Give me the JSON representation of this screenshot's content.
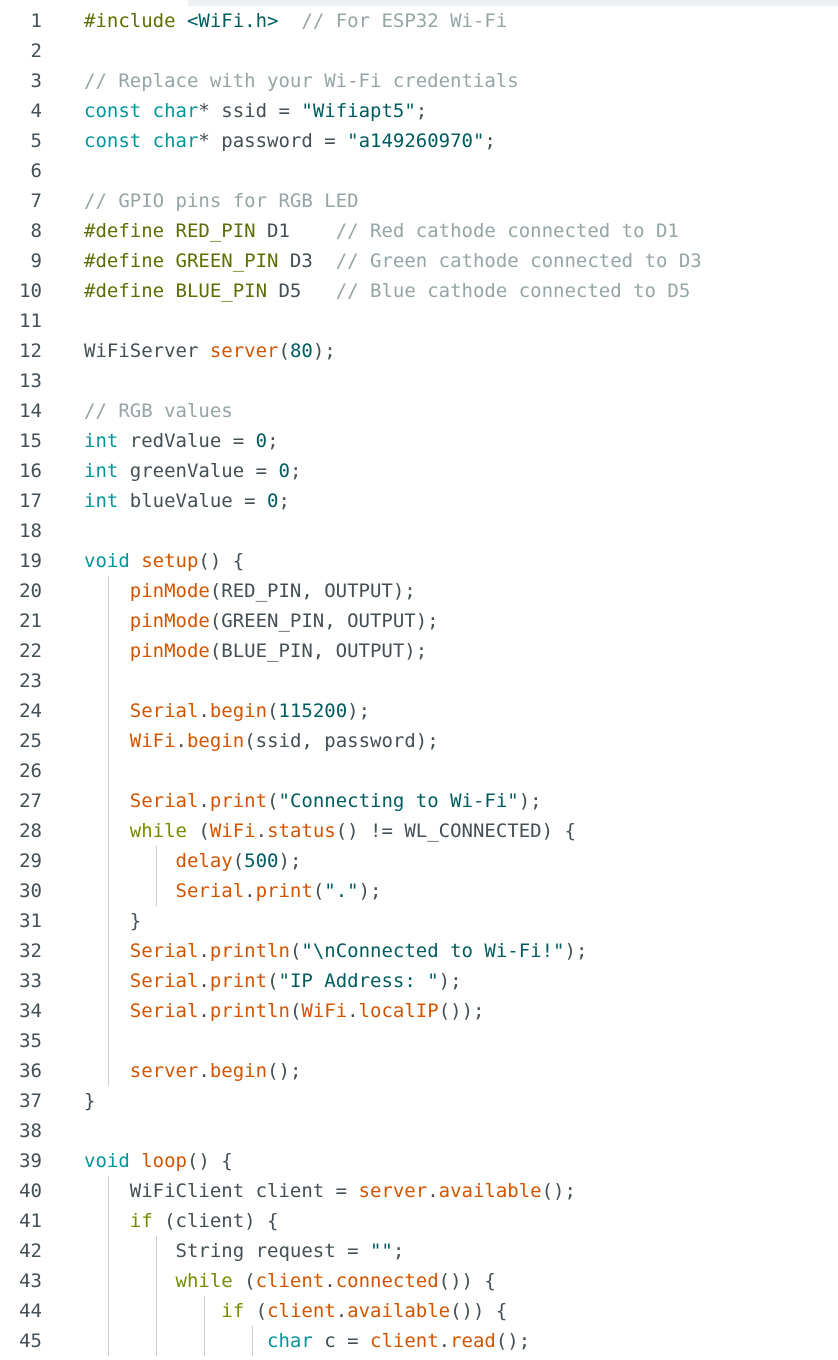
{
  "editor": {
    "lines": [
      {
        "n": "1",
        "t": [
          [
            "#include",
            "prepro"
          ],
          [
            " ",
            "plain"
          ],
          [
            "<WiFi.h>",
            "string"
          ],
          [
            "  ",
            "plain"
          ],
          [
            "// For ESP32 Wi-Fi",
            "comment"
          ]
        ]
      },
      {
        "n": "2",
        "t": []
      },
      {
        "n": "3",
        "t": [
          [
            "// Replace with your Wi-Fi credentials",
            "comment"
          ]
        ]
      },
      {
        "n": "4",
        "t": [
          [
            "const",
            "type"
          ],
          [
            " ",
            "plain"
          ],
          [
            "char",
            "type"
          ],
          [
            "* ssid = ",
            "plain"
          ],
          [
            "\"Wifiapt5\"",
            "string"
          ],
          [
            ";",
            "plain"
          ]
        ]
      },
      {
        "n": "5",
        "t": [
          [
            "const",
            "type"
          ],
          [
            " ",
            "plain"
          ],
          [
            "char",
            "type"
          ],
          [
            "* password = ",
            "plain"
          ],
          [
            "\"a149260970\"",
            "string"
          ],
          [
            ";",
            "plain"
          ]
        ]
      },
      {
        "n": "6",
        "t": []
      },
      {
        "n": "7",
        "t": [
          [
            "// GPIO pins for RGB LED",
            "comment"
          ]
        ]
      },
      {
        "n": "8",
        "t": [
          [
            "#define",
            "prepro"
          ],
          [
            " ",
            "plain"
          ],
          [
            "RED_PIN",
            "prepro"
          ],
          [
            " D1    ",
            "plain"
          ],
          [
            "// Red cathode connected to D1",
            "comment"
          ]
        ]
      },
      {
        "n": "9",
        "t": [
          [
            "#define",
            "prepro"
          ],
          [
            " ",
            "plain"
          ],
          [
            "GREEN_PIN",
            "prepro"
          ],
          [
            " D3  ",
            "plain"
          ],
          [
            "// Green cathode connected to D3",
            "comment"
          ]
        ]
      },
      {
        "n": "10",
        "t": [
          [
            "#define",
            "prepro"
          ],
          [
            " ",
            "plain"
          ],
          [
            "BLUE_PIN",
            "prepro"
          ],
          [
            " D5   ",
            "plain"
          ],
          [
            "// Blue cathode connected to D5",
            "comment"
          ]
        ]
      },
      {
        "n": "11",
        "t": []
      },
      {
        "n": "12",
        "t": [
          [
            "WiFiServer ",
            "plain"
          ],
          [
            "server",
            "func"
          ],
          [
            "(",
            "plain"
          ],
          [
            "80",
            "number"
          ],
          [
            ");",
            "plain"
          ]
        ]
      },
      {
        "n": "13",
        "t": []
      },
      {
        "n": "14",
        "t": [
          [
            "// RGB values",
            "comment"
          ]
        ]
      },
      {
        "n": "15",
        "t": [
          [
            "int",
            "type"
          ],
          [
            " redValue = ",
            "plain"
          ],
          [
            "0",
            "number"
          ],
          [
            ";",
            "plain"
          ]
        ]
      },
      {
        "n": "16",
        "t": [
          [
            "int",
            "type"
          ],
          [
            " greenValue = ",
            "plain"
          ],
          [
            "0",
            "number"
          ],
          [
            ";",
            "plain"
          ]
        ]
      },
      {
        "n": "17",
        "t": [
          [
            "int",
            "type"
          ],
          [
            " blueValue = ",
            "plain"
          ],
          [
            "0",
            "number"
          ],
          [
            ";",
            "plain"
          ]
        ]
      },
      {
        "n": "18",
        "t": []
      },
      {
        "n": "19",
        "t": [
          [
            "void",
            "type"
          ],
          [
            " ",
            "plain"
          ],
          [
            "setup",
            "func"
          ],
          [
            "() {",
            "plain"
          ]
        ]
      },
      {
        "n": "20",
        "t": [
          [
            "    ",
            "plain"
          ],
          [
            "pinMode",
            "func"
          ],
          [
            "(RED_PIN, OUTPUT);",
            "plain"
          ]
        ]
      },
      {
        "n": "21",
        "t": [
          [
            "    ",
            "plain"
          ],
          [
            "pinMode",
            "func"
          ],
          [
            "(GREEN_PIN, OUTPUT);",
            "plain"
          ]
        ]
      },
      {
        "n": "22",
        "t": [
          [
            "    ",
            "plain"
          ],
          [
            "pinMode",
            "func"
          ],
          [
            "(BLUE_PIN, OUTPUT);",
            "plain"
          ]
        ]
      },
      {
        "n": "23",
        "t": []
      },
      {
        "n": "24",
        "t": [
          [
            "    ",
            "plain"
          ],
          [
            "Serial",
            "func"
          ],
          [
            ".",
            "plain"
          ],
          [
            "begin",
            "func"
          ],
          [
            "(",
            "plain"
          ],
          [
            "115200",
            "number"
          ],
          [
            ");",
            "plain"
          ]
        ]
      },
      {
        "n": "25",
        "t": [
          [
            "    ",
            "plain"
          ],
          [
            "WiFi",
            "func"
          ],
          [
            ".",
            "plain"
          ],
          [
            "begin",
            "func"
          ],
          [
            "(ssid, password);",
            "plain"
          ]
        ]
      },
      {
        "n": "26",
        "t": []
      },
      {
        "n": "27",
        "t": [
          [
            "    ",
            "plain"
          ],
          [
            "Serial",
            "func"
          ],
          [
            ".",
            "plain"
          ],
          [
            "print",
            "func"
          ],
          [
            "(",
            "plain"
          ],
          [
            "\"Connecting to Wi-Fi\"",
            "string"
          ],
          [
            ");",
            "plain"
          ]
        ]
      },
      {
        "n": "28",
        "t": [
          [
            "    ",
            "plain"
          ],
          [
            "while",
            "kw"
          ],
          [
            " (",
            "plain"
          ],
          [
            "WiFi",
            "func"
          ],
          [
            ".",
            "plain"
          ],
          [
            "status",
            "func"
          ],
          [
            "() != WL_CONNECTED) {",
            "plain"
          ]
        ]
      },
      {
        "n": "29",
        "t": [
          [
            "        ",
            "plain"
          ],
          [
            "delay",
            "func"
          ],
          [
            "(",
            "plain"
          ],
          [
            "500",
            "number"
          ],
          [
            ");",
            "plain"
          ]
        ]
      },
      {
        "n": "30",
        "t": [
          [
            "        ",
            "plain"
          ],
          [
            "Serial",
            "func"
          ],
          [
            ".",
            "plain"
          ],
          [
            "print",
            "func"
          ],
          [
            "(",
            "plain"
          ],
          [
            "\".\"",
            "string"
          ],
          [
            ");",
            "plain"
          ]
        ]
      },
      {
        "n": "31",
        "t": [
          [
            "    }",
            "plain"
          ]
        ]
      },
      {
        "n": "32",
        "t": [
          [
            "    ",
            "plain"
          ],
          [
            "Serial",
            "func"
          ],
          [
            ".",
            "plain"
          ],
          [
            "println",
            "func"
          ],
          [
            "(",
            "plain"
          ],
          [
            "\"\\nConnected to Wi-Fi!\"",
            "string"
          ],
          [
            ");",
            "plain"
          ]
        ]
      },
      {
        "n": "33",
        "t": [
          [
            "    ",
            "plain"
          ],
          [
            "Serial",
            "func"
          ],
          [
            ".",
            "plain"
          ],
          [
            "print",
            "func"
          ],
          [
            "(",
            "plain"
          ],
          [
            "\"IP Address: \"",
            "string"
          ],
          [
            ");",
            "plain"
          ]
        ]
      },
      {
        "n": "34",
        "t": [
          [
            "    ",
            "plain"
          ],
          [
            "Serial",
            "func"
          ],
          [
            ".",
            "plain"
          ],
          [
            "println",
            "func"
          ],
          [
            "(",
            "plain"
          ],
          [
            "WiFi",
            "func"
          ],
          [
            ".",
            "plain"
          ],
          [
            "localIP",
            "func"
          ],
          [
            "());",
            "plain"
          ]
        ]
      },
      {
        "n": "35",
        "t": []
      },
      {
        "n": "36",
        "t": [
          [
            "    ",
            "plain"
          ],
          [
            "server",
            "func"
          ],
          [
            ".",
            "plain"
          ],
          [
            "begin",
            "func"
          ],
          [
            "();",
            "plain"
          ]
        ]
      },
      {
        "n": "37",
        "t": [
          [
            "}",
            "plain"
          ]
        ]
      },
      {
        "n": "38",
        "t": []
      },
      {
        "n": "39",
        "t": [
          [
            "void",
            "type"
          ],
          [
            " ",
            "plain"
          ],
          [
            "loop",
            "func"
          ],
          [
            "() {",
            "plain"
          ]
        ]
      },
      {
        "n": "40",
        "t": [
          [
            "    WiFiClient client = ",
            "plain"
          ],
          [
            "server",
            "func"
          ],
          [
            ".",
            "plain"
          ],
          [
            "available",
            "func"
          ],
          [
            "();",
            "plain"
          ]
        ]
      },
      {
        "n": "41",
        "t": [
          [
            "    ",
            "plain"
          ],
          [
            "if",
            "kw"
          ],
          [
            " (client) {",
            "plain"
          ]
        ]
      },
      {
        "n": "42",
        "t": [
          [
            "        String request = ",
            "plain"
          ],
          [
            "\"\"",
            "string"
          ],
          [
            ";",
            "plain"
          ]
        ]
      },
      {
        "n": "43",
        "t": [
          [
            "        ",
            "plain"
          ],
          [
            "while",
            "kw"
          ],
          [
            " (",
            "plain"
          ],
          [
            "client",
            "func"
          ],
          [
            ".",
            "plain"
          ],
          [
            "connected",
            "func"
          ],
          [
            "()) {",
            "plain"
          ]
        ]
      },
      {
        "n": "44",
        "t": [
          [
            "            ",
            "plain"
          ],
          [
            "if",
            "kw"
          ],
          [
            " (",
            "plain"
          ],
          [
            "client",
            "func"
          ],
          [
            ".",
            "plain"
          ],
          [
            "available",
            "func"
          ],
          [
            "()) {",
            "plain"
          ]
        ]
      },
      {
        "n": "45",
        "t": [
          [
            "                ",
            "plain"
          ],
          [
            "char",
            "type"
          ],
          [
            " c = ",
            "plain"
          ],
          [
            "client",
            "func"
          ],
          [
            ".",
            "plain"
          ],
          [
            "read",
            "func"
          ],
          [
            "();",
            "plain"
          ]
        ]
      }
    ]
  },
  "colors": {
    "comment": "#95a5a6",
    "preprocessor": "#5e6d03",
    "type": "#00979c",
    "function": "#d35400",
    "string": "#005c5f",
    "text": "#434f54"
  }
}
